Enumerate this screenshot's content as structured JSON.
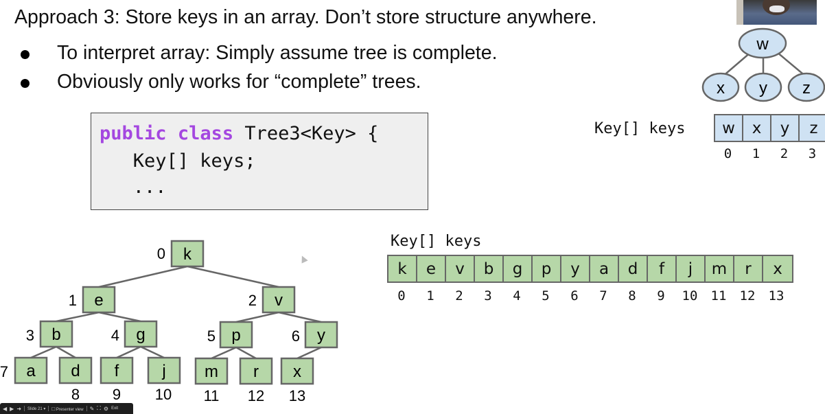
{
  "slide": {
    "title": "Approach 3: Store keys in an array. Don’t store structure anywhere.",
    "bullets": [
      "To interpret array: Simply assume tree is complete.",
      "Obviously only works for “complete” trees."
    ],
    "code": {
      "line1_kw1": "public",
      "line1_kw2": "class",
      "line1_rest": " Tree3<Key> {",
      "line2": "   Key[] keys;",
      "line3": "   ..."
    },
    "small_tree": {
      "root": "w",
      "children": [
        "x",
        "y",
        "z"
      ]
    },
    "small_array": {
      "label": "Key[] keys",
      "cells": [
        "w",
        "x",
        "y",
        "z"
      ],
      "indices": [
        "0",
        "1",
        "2",
        "3"
      ]
    },
    "big_tree": {
      "nodes": [
        {
          "index": "0",
          "key": "k"
        },
        {
          "index": "1",
          "key": "e"
        },
        {
          "index": "2",
          "key": "v"
        },
        {
          "index": "3",
          "key": "b"
        },
        {
          "index": "4",
          "key": "g"
        },
        {
          "index": "5",
          "key": "p"
        },
        {
          "index": "6",
          "key": "y"
        },
        {
          "index": "7",
          "key": "a"
        },
        {
          "index": "8",
          "key": "d"
        },
        {
          "index": "9",
          "key": "f"
        },
        {
          "index": "10",
          "key": "j"
        },
        {
          "index": "11",
          "key": "m"
        },
        {
          "index": "12",
          "key": "r"
        },
        {
          "index": "13",
          "key": "x"
        }
      ]
    },
    "big_array": {
      "label": "Key[] keys",
      "cells": [
        "k",
        "e",
        "v",
        "b",
        "g",
        "p",
        "y",
        "a",
        "d",
        "f",
        "j",
        "m",
        "r",
        "x"
      ],
      "indices": [
        "0",
        "1",
        "2",
        "3",
        "4",
        "5",
        "6",
        "7",
        "8",
        "9",
        "10",
        "11",
        "12",
        "13"
      ]
    },
    "colors": {
      "node_fill": "#b6d7a8",
      "node_border": "#666666",
      "small_fill": "#cfe2f3",
      "keyword": "#a447e0",
      "code_bg": "#efefef"
    }
  },
  "presenter_toolbar": {
    "slide_label": "Slide 21",
    "presenter_view": "Presenter view",
    "exit": "Exit"
  }
}
